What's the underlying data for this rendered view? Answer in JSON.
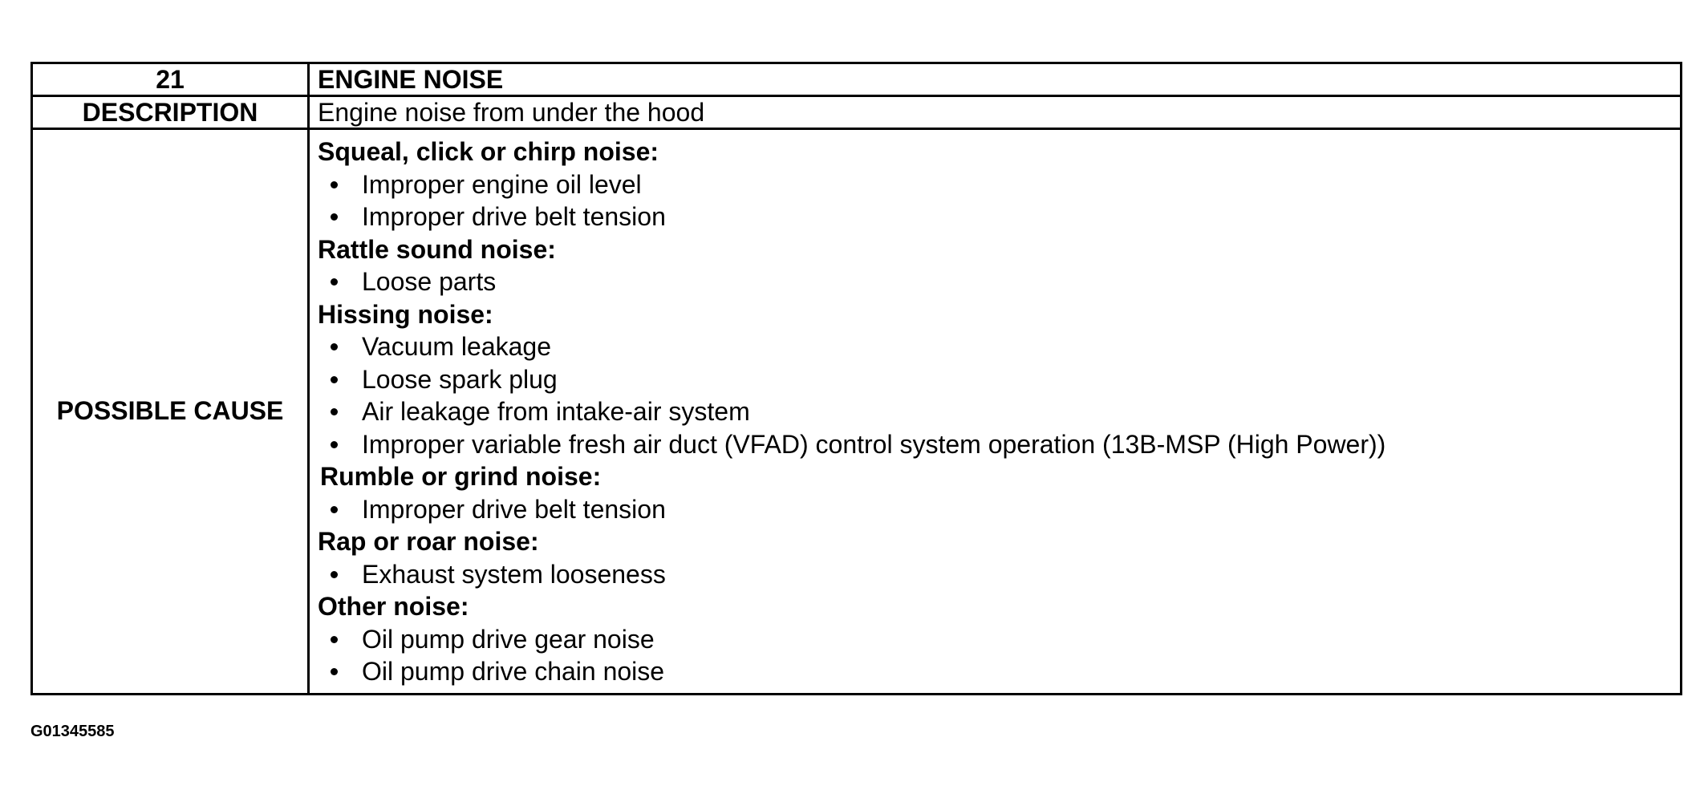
{
  "table": {
    "number": "21",
    "title": "ENGINE NOISE",
    "description_label": "DESCRIPTION",
    "description_value": "Engine noise from under the hood",
    "possible_cause_label": "POSSIBLE CAUSE",
    "cause_groups": [
      {
        "title": "Squeal, click or chirp noise:",
        "items": [
          "Improper engine oil level",
          "Improper drive belt tension"
        ]
      },
      {
        "title": "Rattle sound noise:",
        "items": [
          "Loose parts"
        ]
      },
      {
        "title": "Hissing noise:",
        "items": [
          "Vacuum leakage",
          "Loose spark plug",
          "Air leakage from intake-air system",
          "Improper variable fresh air duct (VFAD) control system operation (13B-MSP (High Power))"
        ]
      },
      {
        "title": "Rumble or grind noise:",
        "items": [
          "Improper drive belt tension"
        ]
      },
      {
        "title": "Rap or roar noise:",
        "items": [
          "Exhaust system looseness"
        ]
      },
      {
        "title": "Other noise:",
        "items": [
          "Oil pump drive gear noise",
          "Oil pump drive chain noise"
        ]
      }
    ]
  },
  "figure_code": "G01345585"
}
